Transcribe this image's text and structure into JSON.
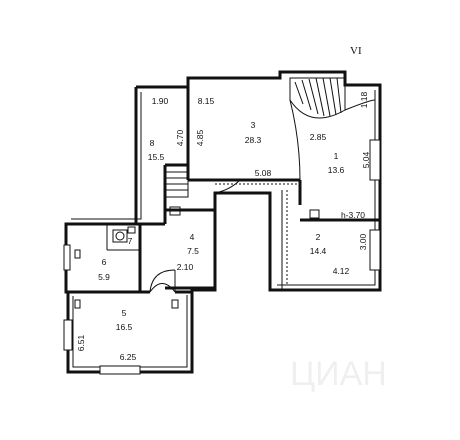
{
  "plan": {
    "section_mark": "VI",
    "height_note": "h-3.70",
    "watermark": "ЦИАН",
    "rooms": [
      {
        "number": "1",
        "area": "13.6"
      },
      {
        "number": "2",
        "area": "14.4"
      },
      {
        "number": "3",
        "area": "28.3"
      },
      {
        "number": "4",
        "area": "7.5"
      },
      {
        "number": "5",
        "area": "16.5"
      },
      {
        "number": "6",
        "area": "5.9"
      },
      {
        "number": "7",
        "area": ""
      },
      {
        "number": "8",
        "area": "15.5"
      }
    ],
    "dimensions": {
      "room8_top": "1.90",
      "room8_side": "4.70",
      "room3_top": "8.15",
      "room3_side": "4.85",
      "stair_side": "1.18",
      "room1_side": "2.85",
      "room1_right": "5.04",
      "room3_bottom": "5.08",
      "room2_right": "3.00",
      "room2_bottom": "4.12",
      "room4_side": "2.10",
      "room5_side": "6.51",
      "room5_bottom": "6.25"
    }
  }
}
